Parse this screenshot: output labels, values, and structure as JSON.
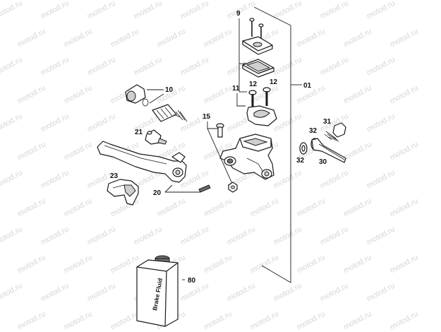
{
  "watermark": {
    "text": "motod.ru"
  },
  "callouts": {
    "c01": "01",
    "c9": "9",
    "c10": "10",
    "c11": "11",
    "c12a": "12",
    "c12b": "12",
    "c15": "15",
    "c20": "20",
    "c21": "21",
    "c23": "23",
    "c30": "30",
    "c31": "31",
    "c32a": "32",
    "c32b": "32",
    "c80": "80"
  },
  "bottle": {
    "label": "Brake Fluid"
  }
}
